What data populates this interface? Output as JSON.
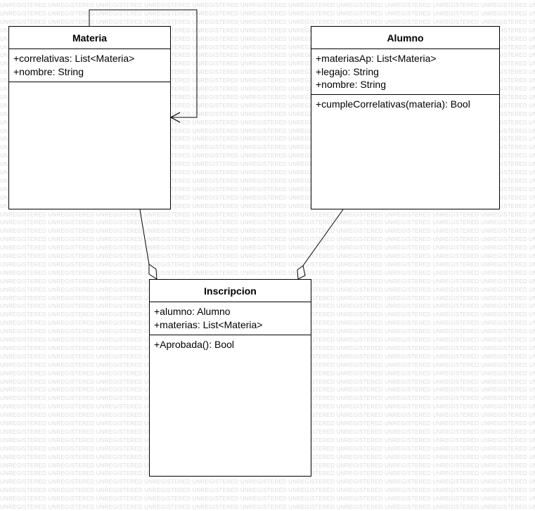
{
  "watermark_text": "UNREGISTERED",
  "classes": {
    "materia": {
      "name": "Materia",
      "attributes": [
        "+correlativas: List<Materia>",
        "+nombre: String"
      ],
      "operations": []
    },
    "alumno": {
      "name": "Alumno",
      "attributes": [
        "+materiasAp: List<Materia>",
        "+legajo: String",
        "+nombre: String"
      ],
      "operations": [
        "+cumpleCorrelativas(materia): Bool"
      ]
    },
    "inscripcion": {
      "name": "Inscripcion",
      "attributes": [
        "+alumno: Alumno",
        "+materias: List<Materia>"
      ],
      "operations": [
        "+Aprobada(): Bool"
      ]
    }
  },
  "relations": [
    {
      "type": "self-association",
      "from": "Materia",
      "to": "Materia",
      "arrowhead": "open-arrow"
    },
    {
      "type": "aggregation",
      "whole": "Inscripcion",
      "part": "Materia"
    },
    {
      "type": "aggregation",
      "whole": "Inscripcion",
      "part": "Alumno"
    }
  ]
}
